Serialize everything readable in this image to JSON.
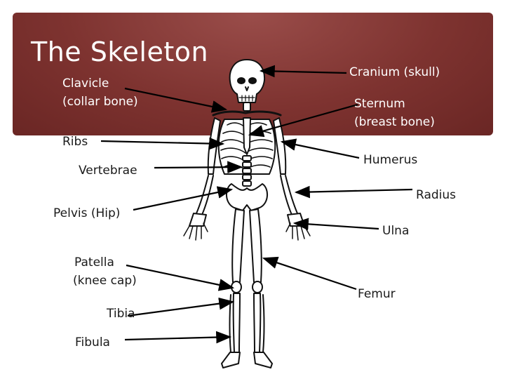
{
  "slide": {
    "title": "The Skeleton",
    "colors": {
      "header": "#7e3330",
      "bone_stroke": "#111111",
      "pointer": "#000000",
      "text_dark": "#1a1a1a",
      "text_light": "#ffffff"
    }
  },
  "labels_left": {
    "clavicle_line1": "Clavicle",
    "clavicle_line2": "(collar bone)",
    "ribs": "Ribs",
    "vertebrae": "Vertebrae",
    "pelvis": "Pelvis (Hip)",
    "patella_line1": "Patella",
    "patella_line2": "(knee cap)",
    "tibia": "Tibia",
    "fibula": "Fibula"
  },
  "labels_right": {
    "cranium": "Cranium (skull)",
    "sternum_line1": "Sternum",
    "sternum_line2": "(breast bone)",
    "humerus": "Humerus",
    "radius": "Radius",
    "ulna": "Ulna",
    "femur": "Femur"
  }
}
